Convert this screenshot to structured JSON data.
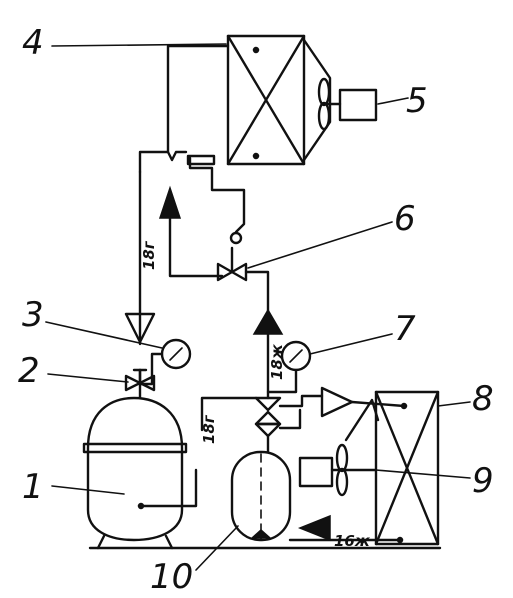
{
  "labels": {
    "n1": "1",
    "n2": "2",
    "n3": "3",
    "n4": "4",
    "n5": "5",
    "n6": "6",
    "n7": "7",
    "n8": "8",
    "n9": "9",
    "n10": "10"
  },
  "pipe_labels": {
    "vertical_left": "18г",
    "vertical_middle": "18ж",
    "receiver_side": "18г",
    "bottom_return": "16ж"
  }
}
